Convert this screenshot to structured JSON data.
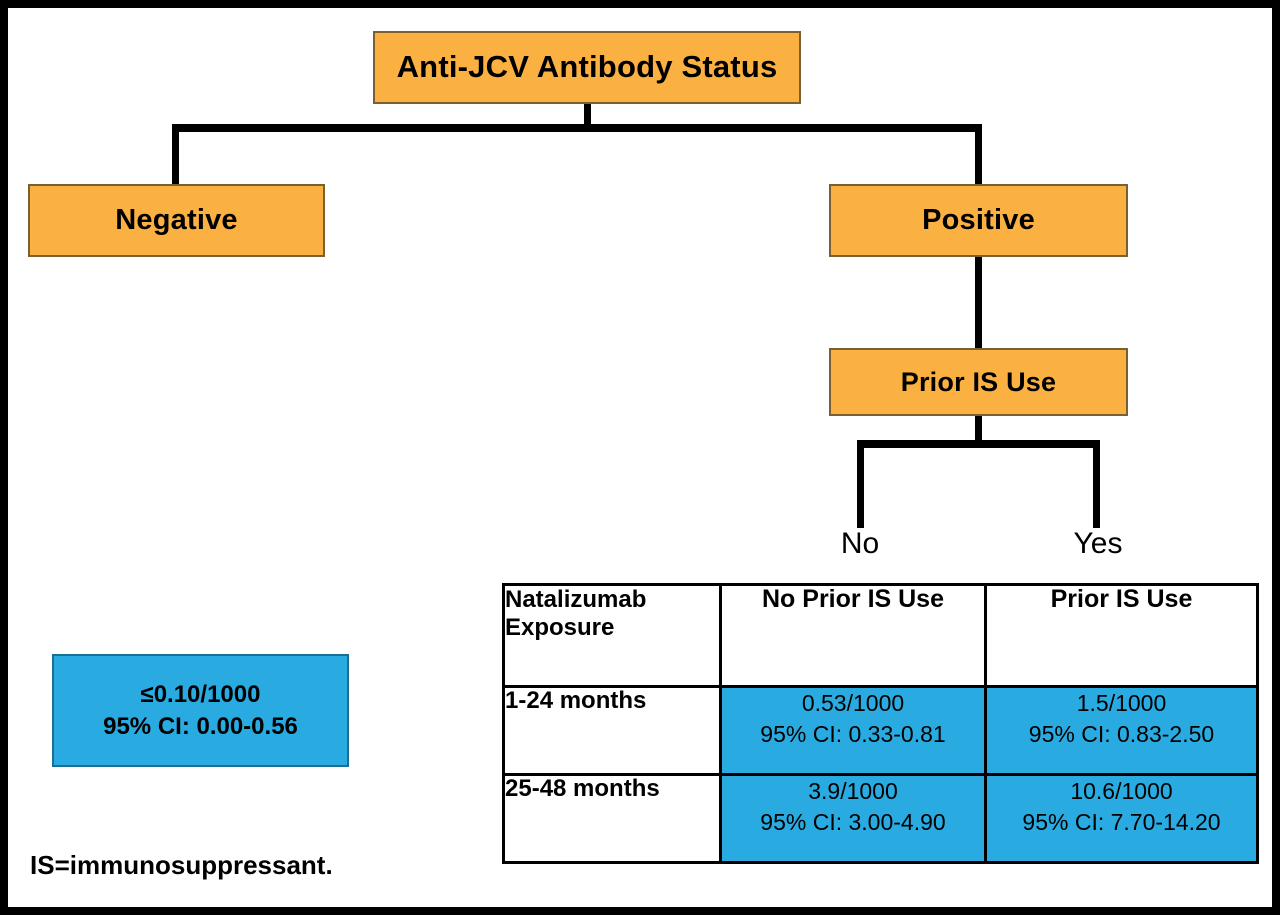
{
  "figure": {
    "frame_color": "#000000",
    "node_color": "#FBB042",
    "result_color": "#29ABE2",
    "background": "#ffffff"
  },
  "tree": {
    "root": {
      "label": "Anti-JCV Antibody Status"
    },
    "branches": [
      {
        "label": "Negative"
      },
      {
        "label": "Positive"
      }
    ],
    "sub_node": {
      "label": "Prior IS Use"
    },
    "sub_branches": [
      {
        "label": "No"
      },
      {
        "label": "Yes"
      }
    ]
  },
  "negative_result": {
    "rate": "≤0.10/1000",
    "ci": "95% CI: 0.00-0.56"
  },
  "table": {
    "headers": [
      "Natalizumab Exposure",
      "No Prior IS Use",
      "Prior IS Use"
    ],
    "header_corner_line1": "Natalizumab",
    "header_corner_line2": "Exposure",
    "rows": [
      {
        "label": "1-24 months",
        "cells": [
          {
            "rate": "0.53/1000",
            "ci": "95% CI: 0.33-0.81"
          },
          {
            "rate": "1.5/1000",
            "ci": "95% CI: 0.83-2.50"
          }
        ]
      },
      {
        "label": "25-48 months",
        "cells": [
          {
            "rate": "3.9/1000",
            "ci": "95% CI: 3.00-4.90"
          },
          {
            "rate": "10.6/1000",
            "ci": "95% CI: 7.70-14.20"
          }
        ]
      }
    ]
  },
  "footnote": "IS=immunosuppressant."
}
